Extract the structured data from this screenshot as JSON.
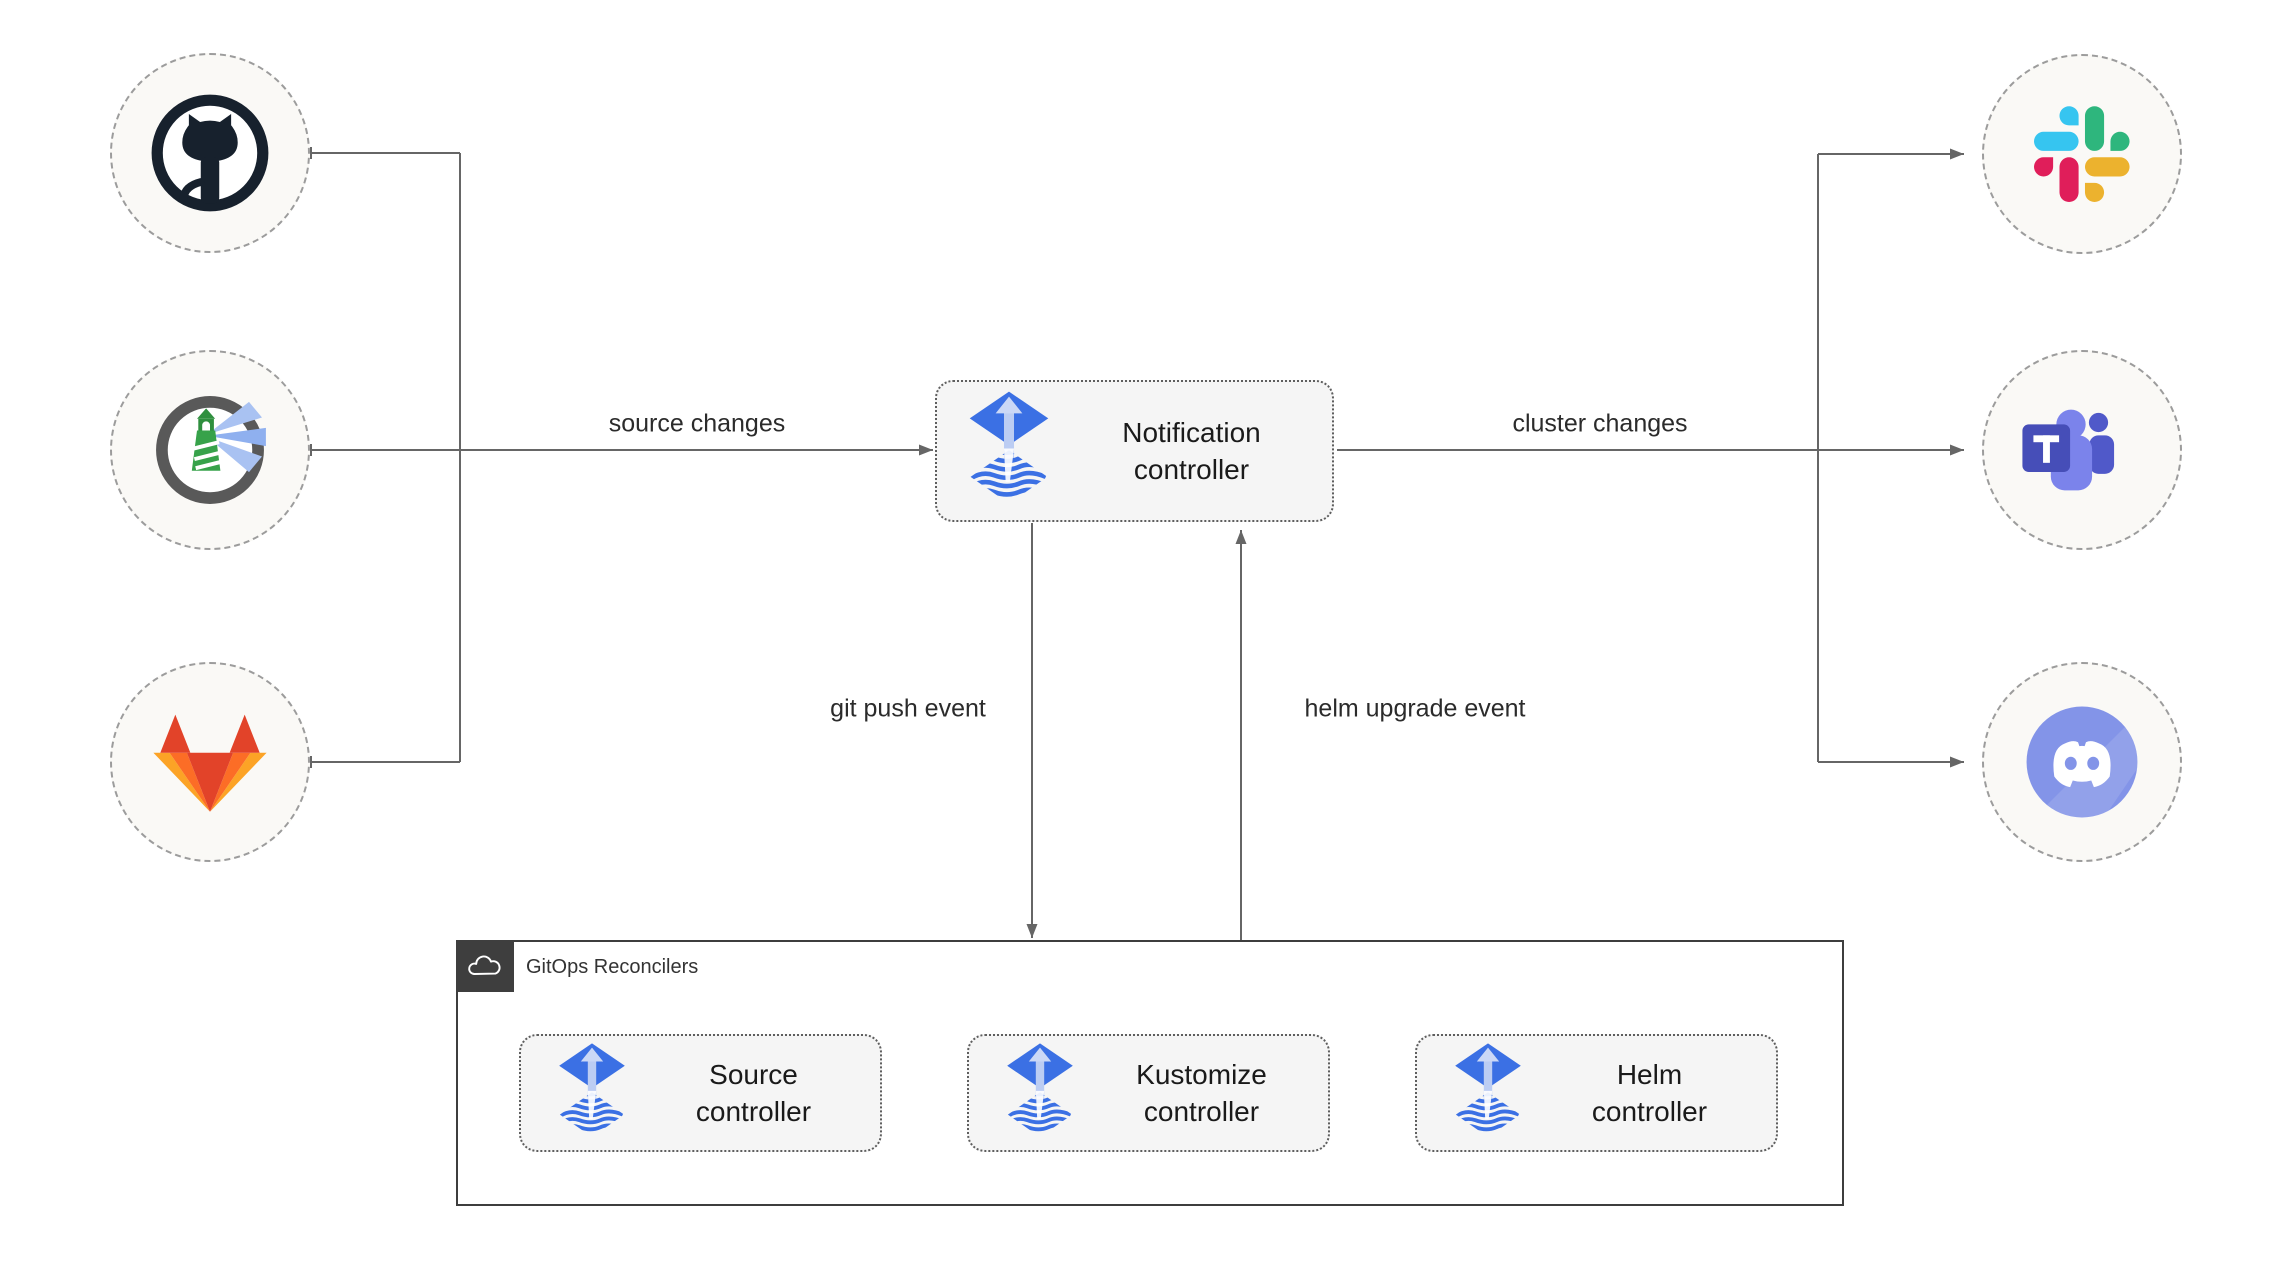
{
  "notification": {
    "label": "Notification controller",
    "icon": "flux-icon"
  },
  "sources": [
    {
      "icon": "github-icon"
    },
    {
      "icon": "harbor-icon"
    },
    {
      "icon": "gitlab-icon"
    }
  ],
  "targets": [
    {
      "icon": "slack-icon"
    },
    {
      "icon": "teams-icon"
    },
    {
      "icon": "discord-icon"
    }
  ],
  "edges": {
    "source_changes_label": "source changes",
    "cluster_changes_label": "cluster changes",
    "git_push_label": "git push event",
    "helm_upgrade_label": "helm upgrade event"
  },
  "reconcilers": {
    "title": "GitOps Reconcilers",
    "badge_icon": "cloud-icon",
    "items": [
      {
        "label": "Source controller",
        "icon": "flux-icon"
      },
      {
        "label": "Kustomize controller",
        "icon": "flux-icon"
      },
      {
        "label": "Helm controller",
        "icon": "flux-icon"
      }
    ]
  },
  "colors": {
    "line": "#666666",
    "text": "#1a1a1a",
    "label": "#2b2b2b",
    "box-bg": "#f5f5f5",
    "box-border": "#5e5e5e",
    "circle-bg": "#faf9f6",
    "circle-border": "#9c9c9c",
    "container-border": "#3e3e3e",
    "badge-bg": "#3e3e3e",
    "title": "#333333",
    "flux-blue": "#3b70e4",
    "flux-light": "#bccdf3"
  },
  "icon_colors": {
    "github": "#17212d",
    "harbor_ring": "#595959",
    "harbor_green": "#37a24a",
    "harbor_beam": "#a9c2f2",
    "gitlab_red": "#e24329",
    "gitlab_orange": "#fc6d26",
    "gitlab_yellow": "#fca326",
    "slack_blue": "#36c5f0",
    "slack_green": "#2eb67d",
    "slack_yellow": "#ecb22e",
    "slack_red": "#e01e5a",
    "teams_square": "#464eb8",
    "teams_dark": "#5059c9",
    "teams_light": "#7b83eb",
    "discord": "#8394e8"
  }
}
